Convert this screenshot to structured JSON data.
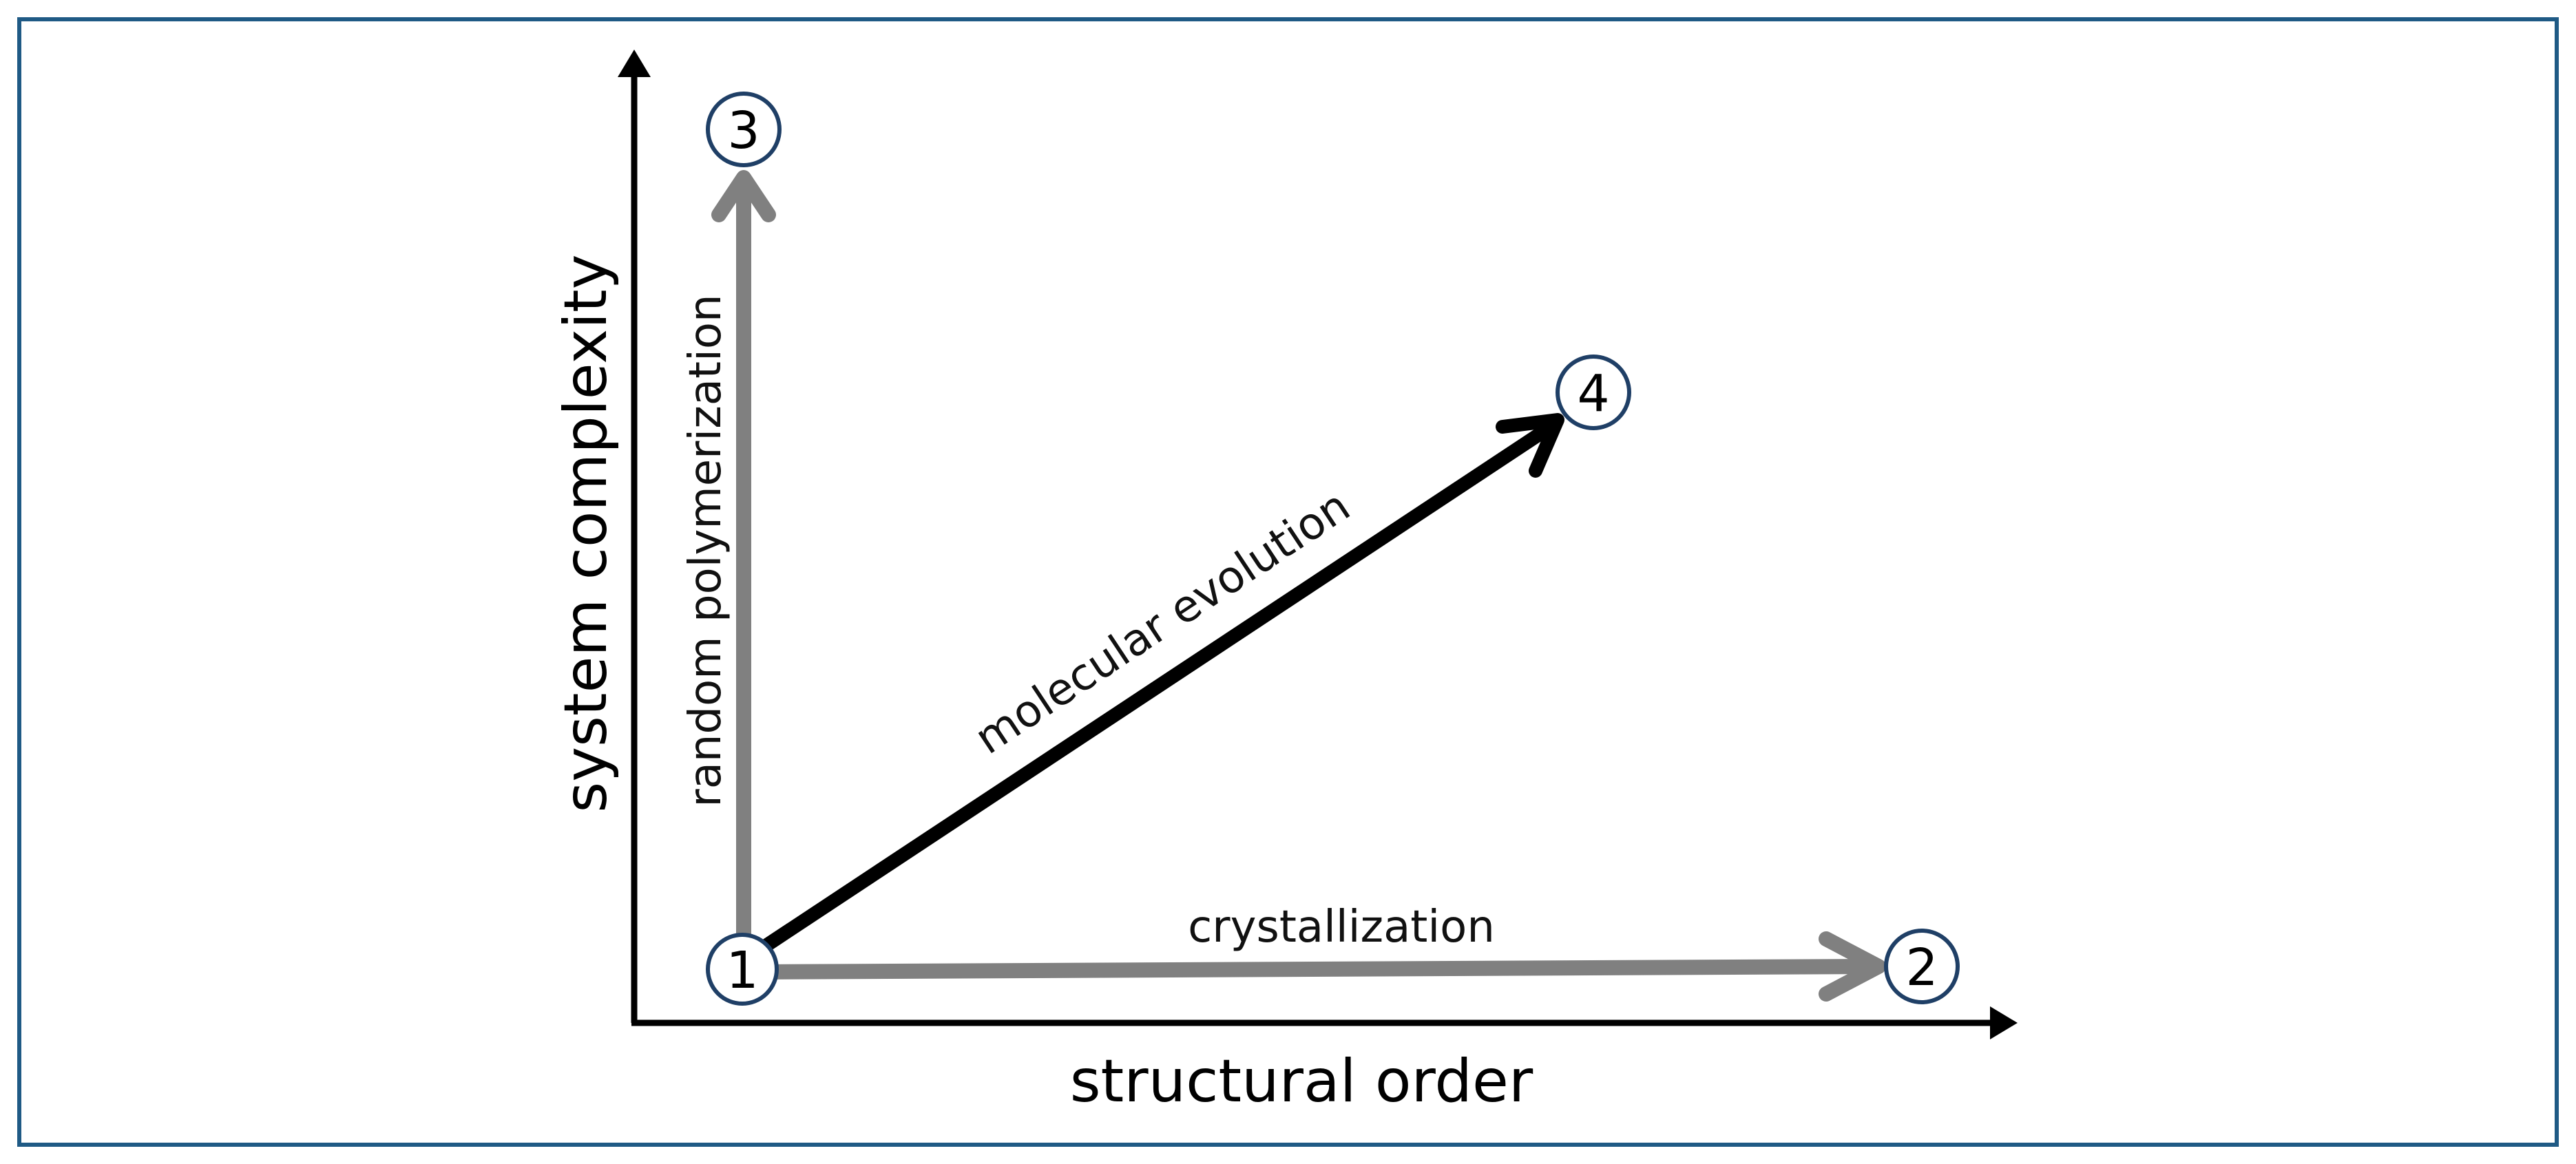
{
  "axes": {
    "x_title": "structural order",
    "y_title": "system complexity"
  },
  "paths": [
    {
      "id": "crystallization",
      "label": "crystallization",
      "from": "1",
      "to": "2",
      "color": "#808080"
    },
    {
      "id": "random-polymerization",
      "label": "random polymerization",
      "from": "1",
      "to": "3",
      "color": "#808080"
    },
    {
      "id": "molecular-evolution",
      "label": "molecular evolution",
      "from": "1",
      "to": "4",
      "color": "#000000"
    }
  ],
  "nodes": [
    {
      "id": "1",
      "label": "1"
    },
    {
      "id": "2",
      "label": "2"
    },
    {
      "id": "3",
      "label": "3"
    },
    {
      "id": "4",
      "label": "4"
    }
  ],
  "colors": {
    "frame": "#1f5a85",
    "node_border": "#1f3f66",
    "gray_path": "#808080",
    "black_path": "#000000"
  }
}
